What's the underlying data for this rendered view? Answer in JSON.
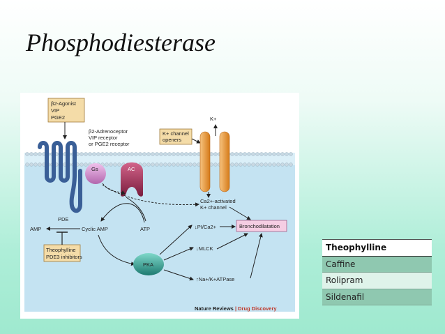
{
  "slide": {
    "title": "Phosphodiesterase"
  },
  "figure": {
    "agonist_box": [
      "β2-Agonist",
      "VIP",
      "PGE2"
    ],
    "receptor_label": [
      "β2-Adrenoceptor",
      "VIP receptor",
      "or PGE2 receptor"
    ],
    "k_channel_openers": [
      "K+ channel",
      "openers"
    ],
    "k_ion": "K+",
    "gs": "Gs",
    "ac": "AC",
    "ca_channel": [
      "Ca2+-activated",
      "K+ channel"
    ],
    "pde": "PDE",
    "amp": "AMP",
    "cyclic_amp": "Cyclic AMP",
    "atp": "ATP",
    "pi_ca": "↓PI/Ca2+",
    "bronchodilatation": "Bronchodilatation",
    "mlck": "↓MLCK",
    "na_k_atpase": "↑Na+/K+ATPase",
    "pka": "PKA",
    "theophylline_box": [
      "Theophylline",
      "PDE3 inhibitors"
    ],
    "credit_a": "Nature Reviews",
    "credit_b": " | Drug Discovery"
  },
  "table": {
    "header": "Theophylline",
    "rows": [
      "Caffine",
      "Rolipram",
      "Sildenafil"
    ]
  },
  "colors": {
    "membrane_top": "#d6edf7",
    "cell_interior": "#bfe0f0",
    "receptor": "#3a5f97",
    "gs": "#d58fcf",
    "ac": "#a73a60",
    "channel": "#f0a24a",
    "pka": "#3aa79a",
    "box_fill": "#f4dca8",
    "broncho_fill": "#f5cde3"
  }
}
